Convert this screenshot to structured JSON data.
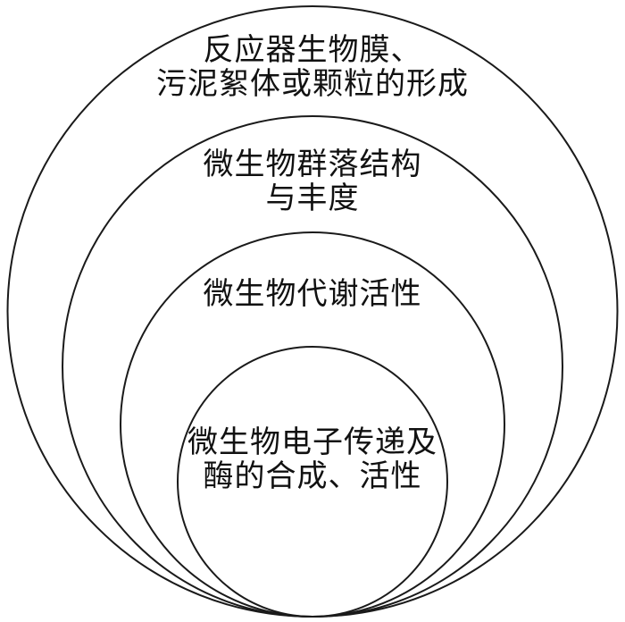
{
  "diagram": {
    "background_color": "#ffffff",
    "line_color": "#1a1a1a",
    "text_color": "#111111",
    "rings": [
      {
        "level": 1,
        "lines": [
          "反应器生物膜、",
          "污泥絮体或颗粒的形成"
        ]
      },
      {
        "level": 2,
        "lines": [
          "微生物群落结构",
          "与丰度"
        ]
      },
      {
        "level": 3,
        "lines": [
          "微生物代谢活性"
        ]
      },
      {
        "level": 4,
        "lines": [
          "微生物电子传递及",
          "酶的合成、活性"
        ]
      }
    ]
  }
}
